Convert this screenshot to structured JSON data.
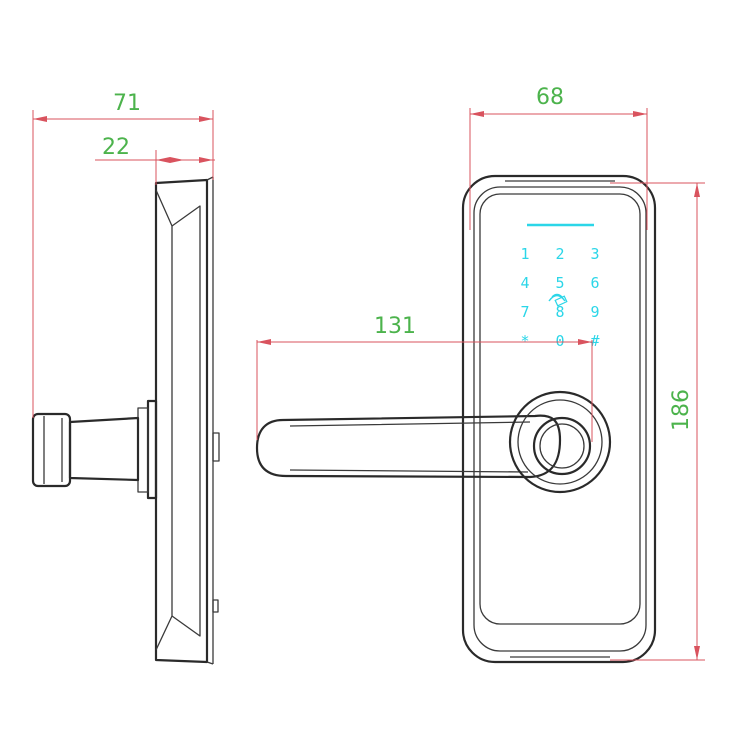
{
  "dimensions": {
    "side_total_width": "71",
    "side_plate_width": "22",
    "handle_length": "131",
    "plate_width": "68",
    "plate_height": "186"
  },
  "keypad": {
    "keys": [
      "1",
      "2",
      "3",
      "4",
      "5",
      "6",
      "7",
      "8",
      "9",
      "*",
      "0",
      "#"
    ]
  },
  "colors": {
    "dimension_line": "#d9535e",
    "dimension_text": "#4cb34c",
    "keypad_glow": "#2bd6e8",
    "outline": "#2a2a2a"
  },
  "icons": {
    "fingerprint_reader": "fingerprint-icon",
    "card_reader": "card-reader-icon"
  }
}
